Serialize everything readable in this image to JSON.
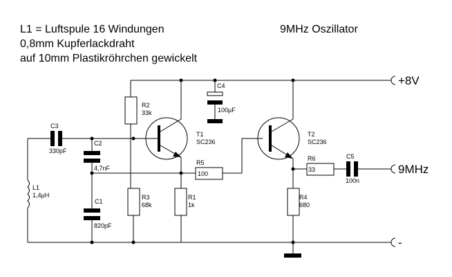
{
  "notes": {
    "line1": "L1 = Luftspule 16 Windungen",
    "line2": "0,8mm Kupferlackdraht",
    "line3": "auf 10mm Plastikröhrchen gewickelt",
    "title": "9MHz Oszillator"
  },
  "ports": {
    "supply": "+8V",
    "output": "9MHz",
    "ground": "-"
  },
  "components": {
    "C1": {
      "ref": "C1",
      "value": "820pF"
    },
    "C2": {
      "ref": "C2",
      "value": "4,7nF"
    },
    "C3": {
      "ref": "C3",
      "value": "330pF"
    },
    "C4": {
      "ref": "C4",
      "value": "100µF"
    },
    "C5": {
      "ref": "C5",
      "value": "100n"
    },
    "L1": {
      "ref": "L1",
      "value": "1,4µH"
    },
    "R1": {
      "ref": "R1",
      "value": "1k"
    },
    "R2": {
      "ref": "R2",
      "value": "33k"
    },
    "R3": {
      "ref": "R3",
      "value": "68k"
    },
    "R4": {
      "ref": "R4",
      "value": "680"
    },
    "R5": {
      "ref": "R5",
      "value": "100"
    },
    "R6": {
      "ref": "R6",
      "value": "33"
    },
    "T1": {
      "ref": "T1",
      "value": "SC236"
    },
    "T2": {
      "ref": "T2",
      "value": "SC236"
    }
  }
}
